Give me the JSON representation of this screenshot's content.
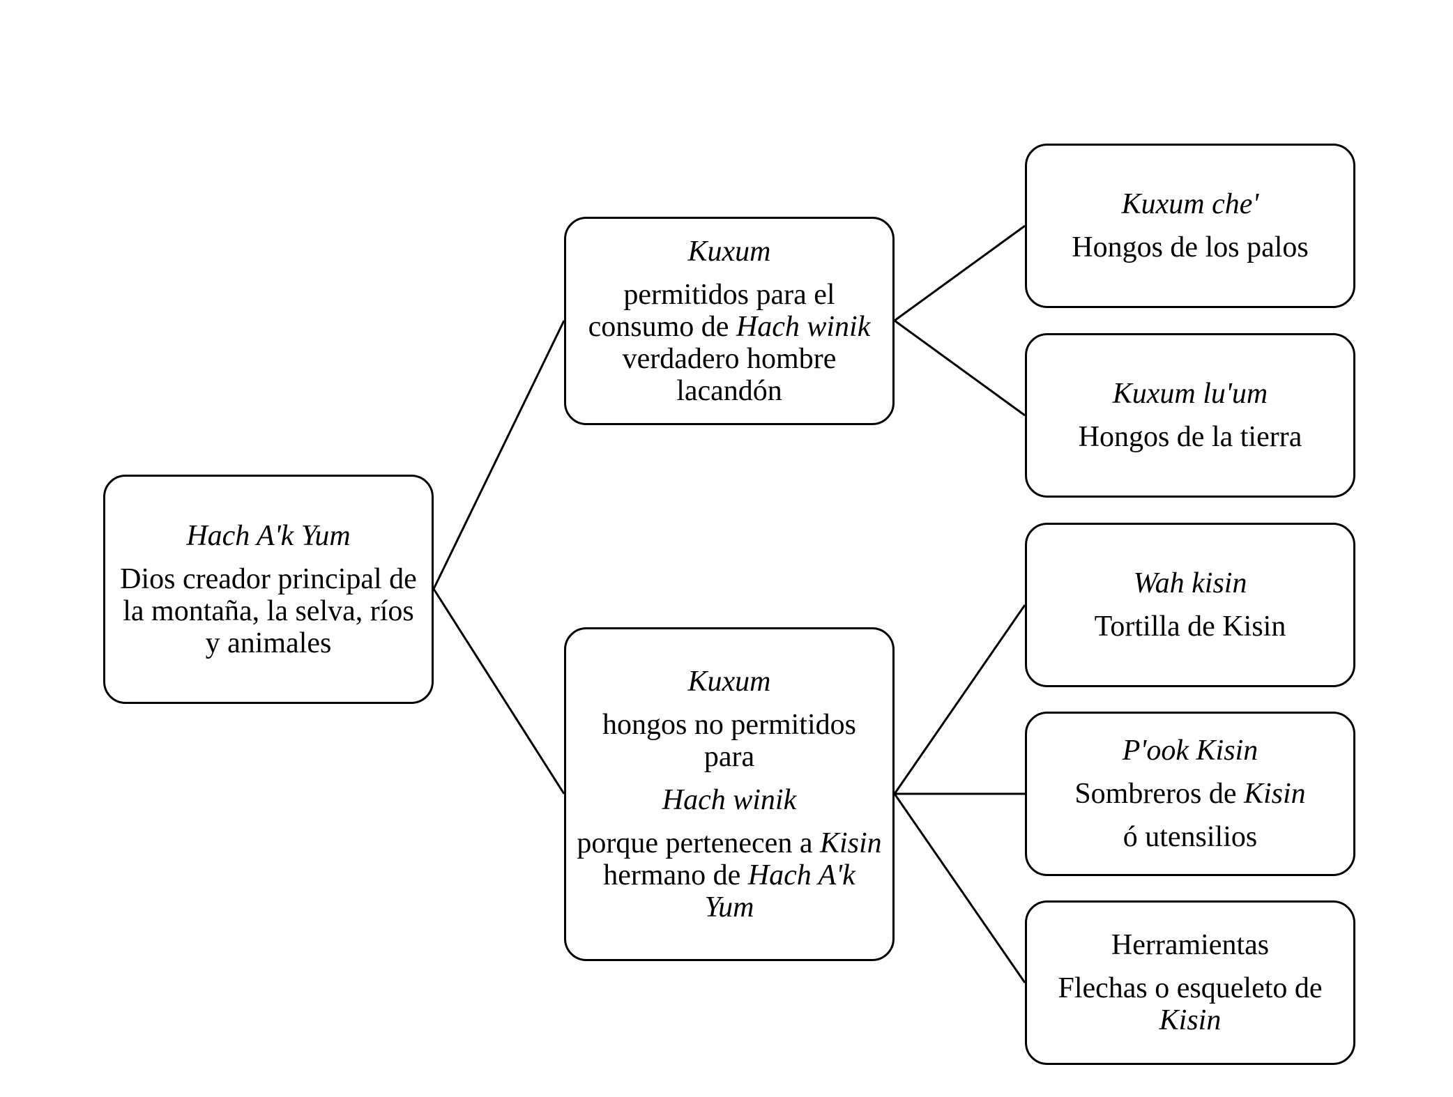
{
  "nodes": {
    "root": {
      "name": "Hach A'k Yum",
      "description": "Dios creador principal de la montaña, la selva, ríos y animales"
    },
    "permitted": {
      "name": "Kuxum",
      "text_before": "permitidos para el consumo de ",
      "text_italic": "Hach winik",
      "text_after": " verdadero hombre lacandón"
    },
    "forbidden": {
      "name": "Kuxum",
      "line1": "hongos no permitidos para",
      "line2": "Hach winik",
      "line3_before": "porque pertenecen a ",
      "line3_italic1": "Kisin",
      "line3_middle": " hermano de ",
      "line3_italic2": "Hach A'k Yum"
    },
    "che": {
      "name": "Kuxum che'",
      "description": "Hongos de los palos"
    },
    "luum": {
      "name": "Kuxum lu'um",
      "description": "Hongos de la tierra"
    },
    "wah": {
      "name": "Wah kisin",
      "description": "Tortilla de Kisin"
    },
    "pook": {
      "name": "P'ook Kisin",
      "line1_before": "Sombreros de ",
      "line1_italic": "Kisin",
      "line2": "ó utensilios"
    },
    "herr": {
      "name": "Herramientas",
      "description": "Flechas o esqueleto de",
      "description_italic": "Kisin"
    }
  },
  "edges": [
    {
      "from": "root",
      "to": "permitted"
    },
    {
      "from": "root",
      "to": "forbidden"
    },
    {
      "from": "permitted",
      "to": "che"
    },
    {
      "from": "permitted",
      "to": "luum"
    },
    {
      "from": "forbidden",
      "to": "wah"
    },
    {
      "from": "forbidden",
      "to": "pook"
    },
    {
      "from": "forbidden",
      "to": "herr"
    }
  ]
}
